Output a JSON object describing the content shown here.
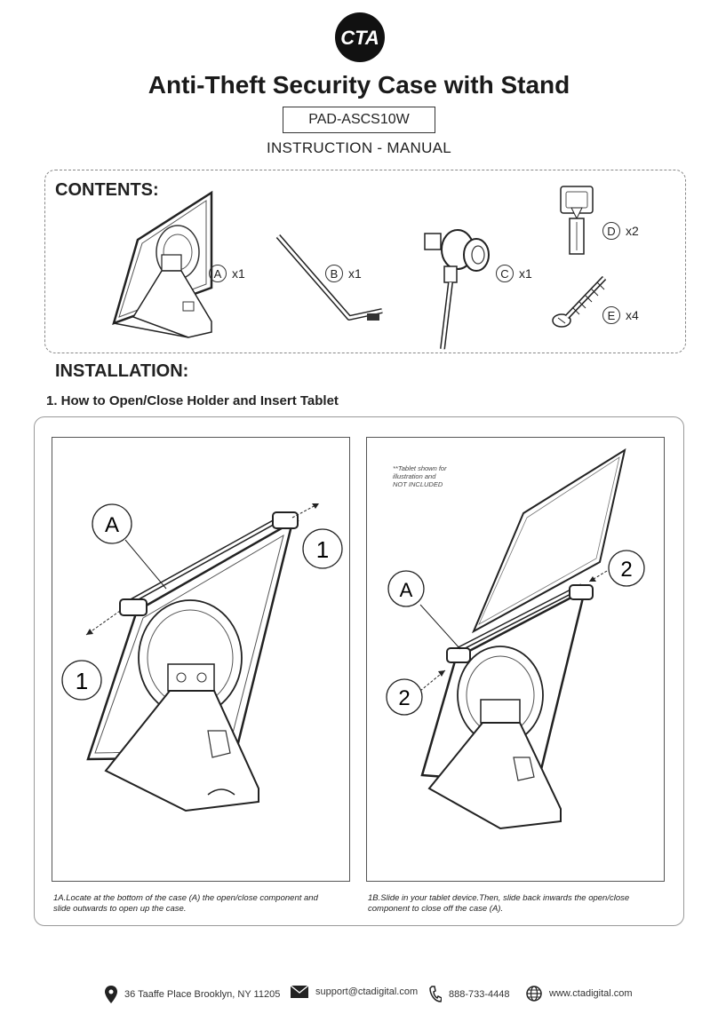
{
  "header": {
    "logo_text": "CTA",
    "title": "Anti-Theft Security Case with Stand",
    "model": "PAD-ASCS10W",
    "subtitle": "INSTRUCTION - MANUAL"
  },
  "contents": {
    "heading": "CONTENTS:",
    "items": [
      {
        "letter": "A",
        "qty": "x1",
        "icon": "tablet-case-stand-icon"
      },
      {
        "letter": "B",
        "qty": "x1",
        "icon": "bracket-icon"
      },
      {
        "letter": "C",
        "qty": "x1",
        "icon": "cable-lock-icon"
      },
      {
        "letter": "D",
        "qty": "x2",
        "icon": "key-icon"
      },
      {
        "letter": "E",
        "qty": "x4",
        "icon": "screw-icon"
      }
    ]
  },
  "installation": {
    "heading": "INSTALLATION:",
    "step1_title": "1. How to Open/Close Holder and Insert Tablet",
    "panel_left": {
      "callout_letter": "A",
      "step_number": "1",
      "caption_line1": "1A.Locate at the bottom of the case (A) the open/close component and",
      "caption_line2": "slide outwards to open up the case."
    },
    "panel_right": {
      "callout_letter": "A",
      "step_number": "2",
      "note_line1": "**Tablet shown for",
      "note_line2": "illustration and",
      "note_line3": "NOT INCLUDED",
      "caption_line1": "1B.Slide in your tablet device.Then, slide back inwards the open/close",
      "caption_line2": "component to close off the case (A)."
    }
  },
  "footer": {
    "address": "36 Taaffe Place Brooklyn, NY 11205",
    "email": "support@ctadigital.com",
    "phone": "888-733-4448",
    "website": "www.ctadigital.com"
  }
}
